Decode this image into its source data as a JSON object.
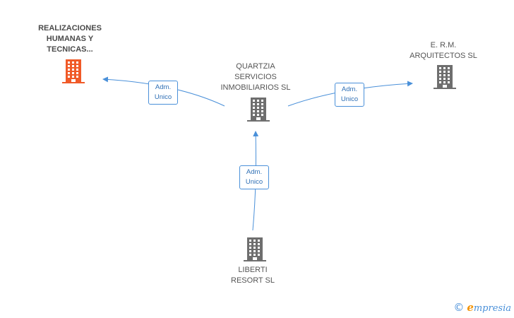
{
  "nodes": {
    "realizaciones": {
      "label": "REALIZACIONES\nHUMANAS Y\nTECNICAS...",
      "color": "#f05a28",
      "icon": "building-icon"
    },
    "quartzia": {
      "label": "QUARTZIA\nSERVICIOS\nINMOBILIARIOS SL",
      "color": "#6e6e6e",
      "icon": "building-icon"
    },
    "erm": {
      "label": "E. R.M.\nARQUITECTOS SL",
      "color": "#6e6e6e",
      "icon": "building-icon"
    },
    "liberti": {
      "label": "LIBERTI\nRESORT SL",
      "color": "#6e6e6e",
      "icon": "building-icon"
    }
  },
  "edges": [
    {
      "from": "quartzia",
      "to": "realizaciones",
      "label": "Adm.\nUnico"
    },
    {
      "from": "quartzia",
      "to": "erm",
      "label": "Adm.\nUnico"
    },
    {
      "from": "liberti",
      "to": "quartzia",
      "label": "Adm.\nUnico"
    }
  ],
  "edge_color": "#4a90d9",
  "brand": {
    "copyright": "©",
    "initial": "e",
    "name": "mpresia"
  }
}
